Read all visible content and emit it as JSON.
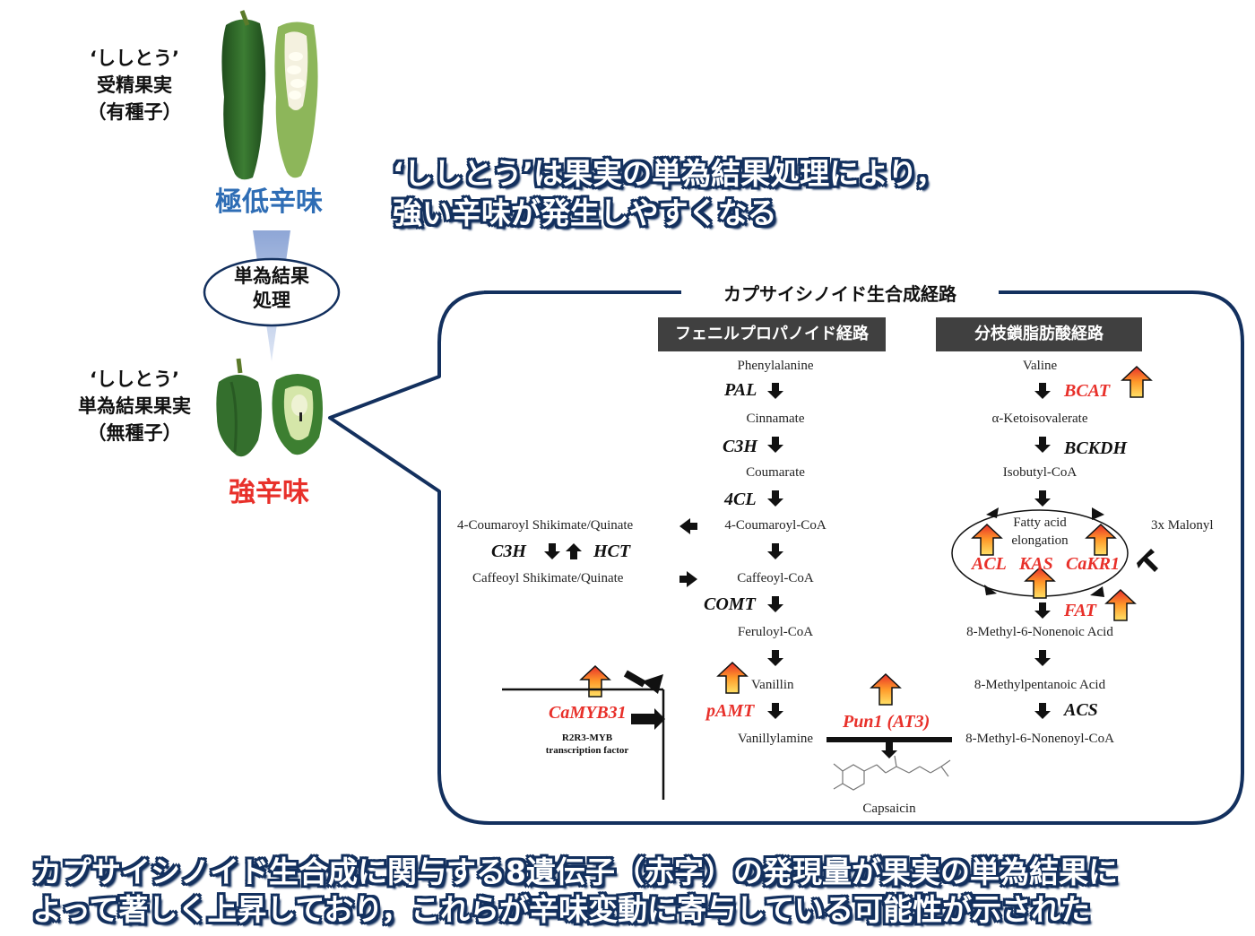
{
  "left": {
    "fertilized_label": [
      "‘ししとう’",
      "受精果実",
      "（有種子）"
    ],
    "fertilized_taste": "極低辛味",
    "treatment": [
      "単為結果",
      "処理"
    ],
    "parthenocarpic_label": [
      "‘ししとう’",
      "単為結果果実",
      "（無種子）"
    ],
    "parthenocarpic_taste": "強辛味"
  },
  "headline": [
    "‘ししとう’は果実の単為結果処理により，",
    "強い辛味が発生しやすくなる"
  ],
  "pathway": {
    "title": "カプサイシノイド生合成経路",
    "phenyl_header": "フェニルプロパノイド経路",
    "bcfa_header": "分枝鎖脂肪酸経路",
    "phenyl": {
      "m1": "Phenylalanine",
      "e1": "PAL",
      "m2": "Cinnamate",
      "e2": "C3H",
      "m3": "Coumarate",
      "e3": "4CL",
      "m4": "4-Coumaroyl-CoA",
      "m5": "Caffeoyl-CoA",
      "e5": "COMT",
      "m6": "Feruloyl-CoA",
      "m7": "Vanillin",
      "e7": "pAMT",
      "m8": "Vanillylamine"
    },
    "side": {
      "s1": "4-Coumaroyl  Shikimate/Quinate",
      "e_c3h": "C3H",
      "e_hct": "HCT",
      "s2": "Caffeoyl  Shikimate/Quinate"
    },
    "bcfa": {
      "m1": "Valine",
      "e1": "BCAT",
      "m2": "α-Ketoisovalerate",
      "e2": "BCKDH",
      "m3": "Isobutyl-CoA",
      "cycle_l1": "Fatty acid",
      "cycle_l2": "elongation",
      "acl": "ACL",
      "kas": "KAS",
      "cakr1": "CaKR1",
      "malonyl": "3x Malonyl",
      "fat": "FAT",
      "m4": "8-Methyl-6-Nonenoic Acid",
      "m5": "8-Methylpentanoic Acid",
      "e5": "ACS",
      "m6": "8-Methyl-6-Nonenoyl-CoA"
    },
    "pun1": "Pun1 (AT3)",
    "capsaicin": "Capsaicin",
    "camyb31": "CaMYB31",
    "tf_l1": "R2R3-MYB",
    "tf_l2": "transcription factor"
  },
  "footer": [
    "カプサイシノイド生合成に関与する8遺伝子（赤字）の発現量が果実の単為結果に",
    "よって著しく上昇しており，これらが辛味変動に寄与している可能性が示された"
  ],
  "colors": {
    "navy": "#13305e",
    "blue_text": "#2e6db5",
    "red_text": "#e8302a",
    "pepper_green": "#2f6b2a"
  }
}
